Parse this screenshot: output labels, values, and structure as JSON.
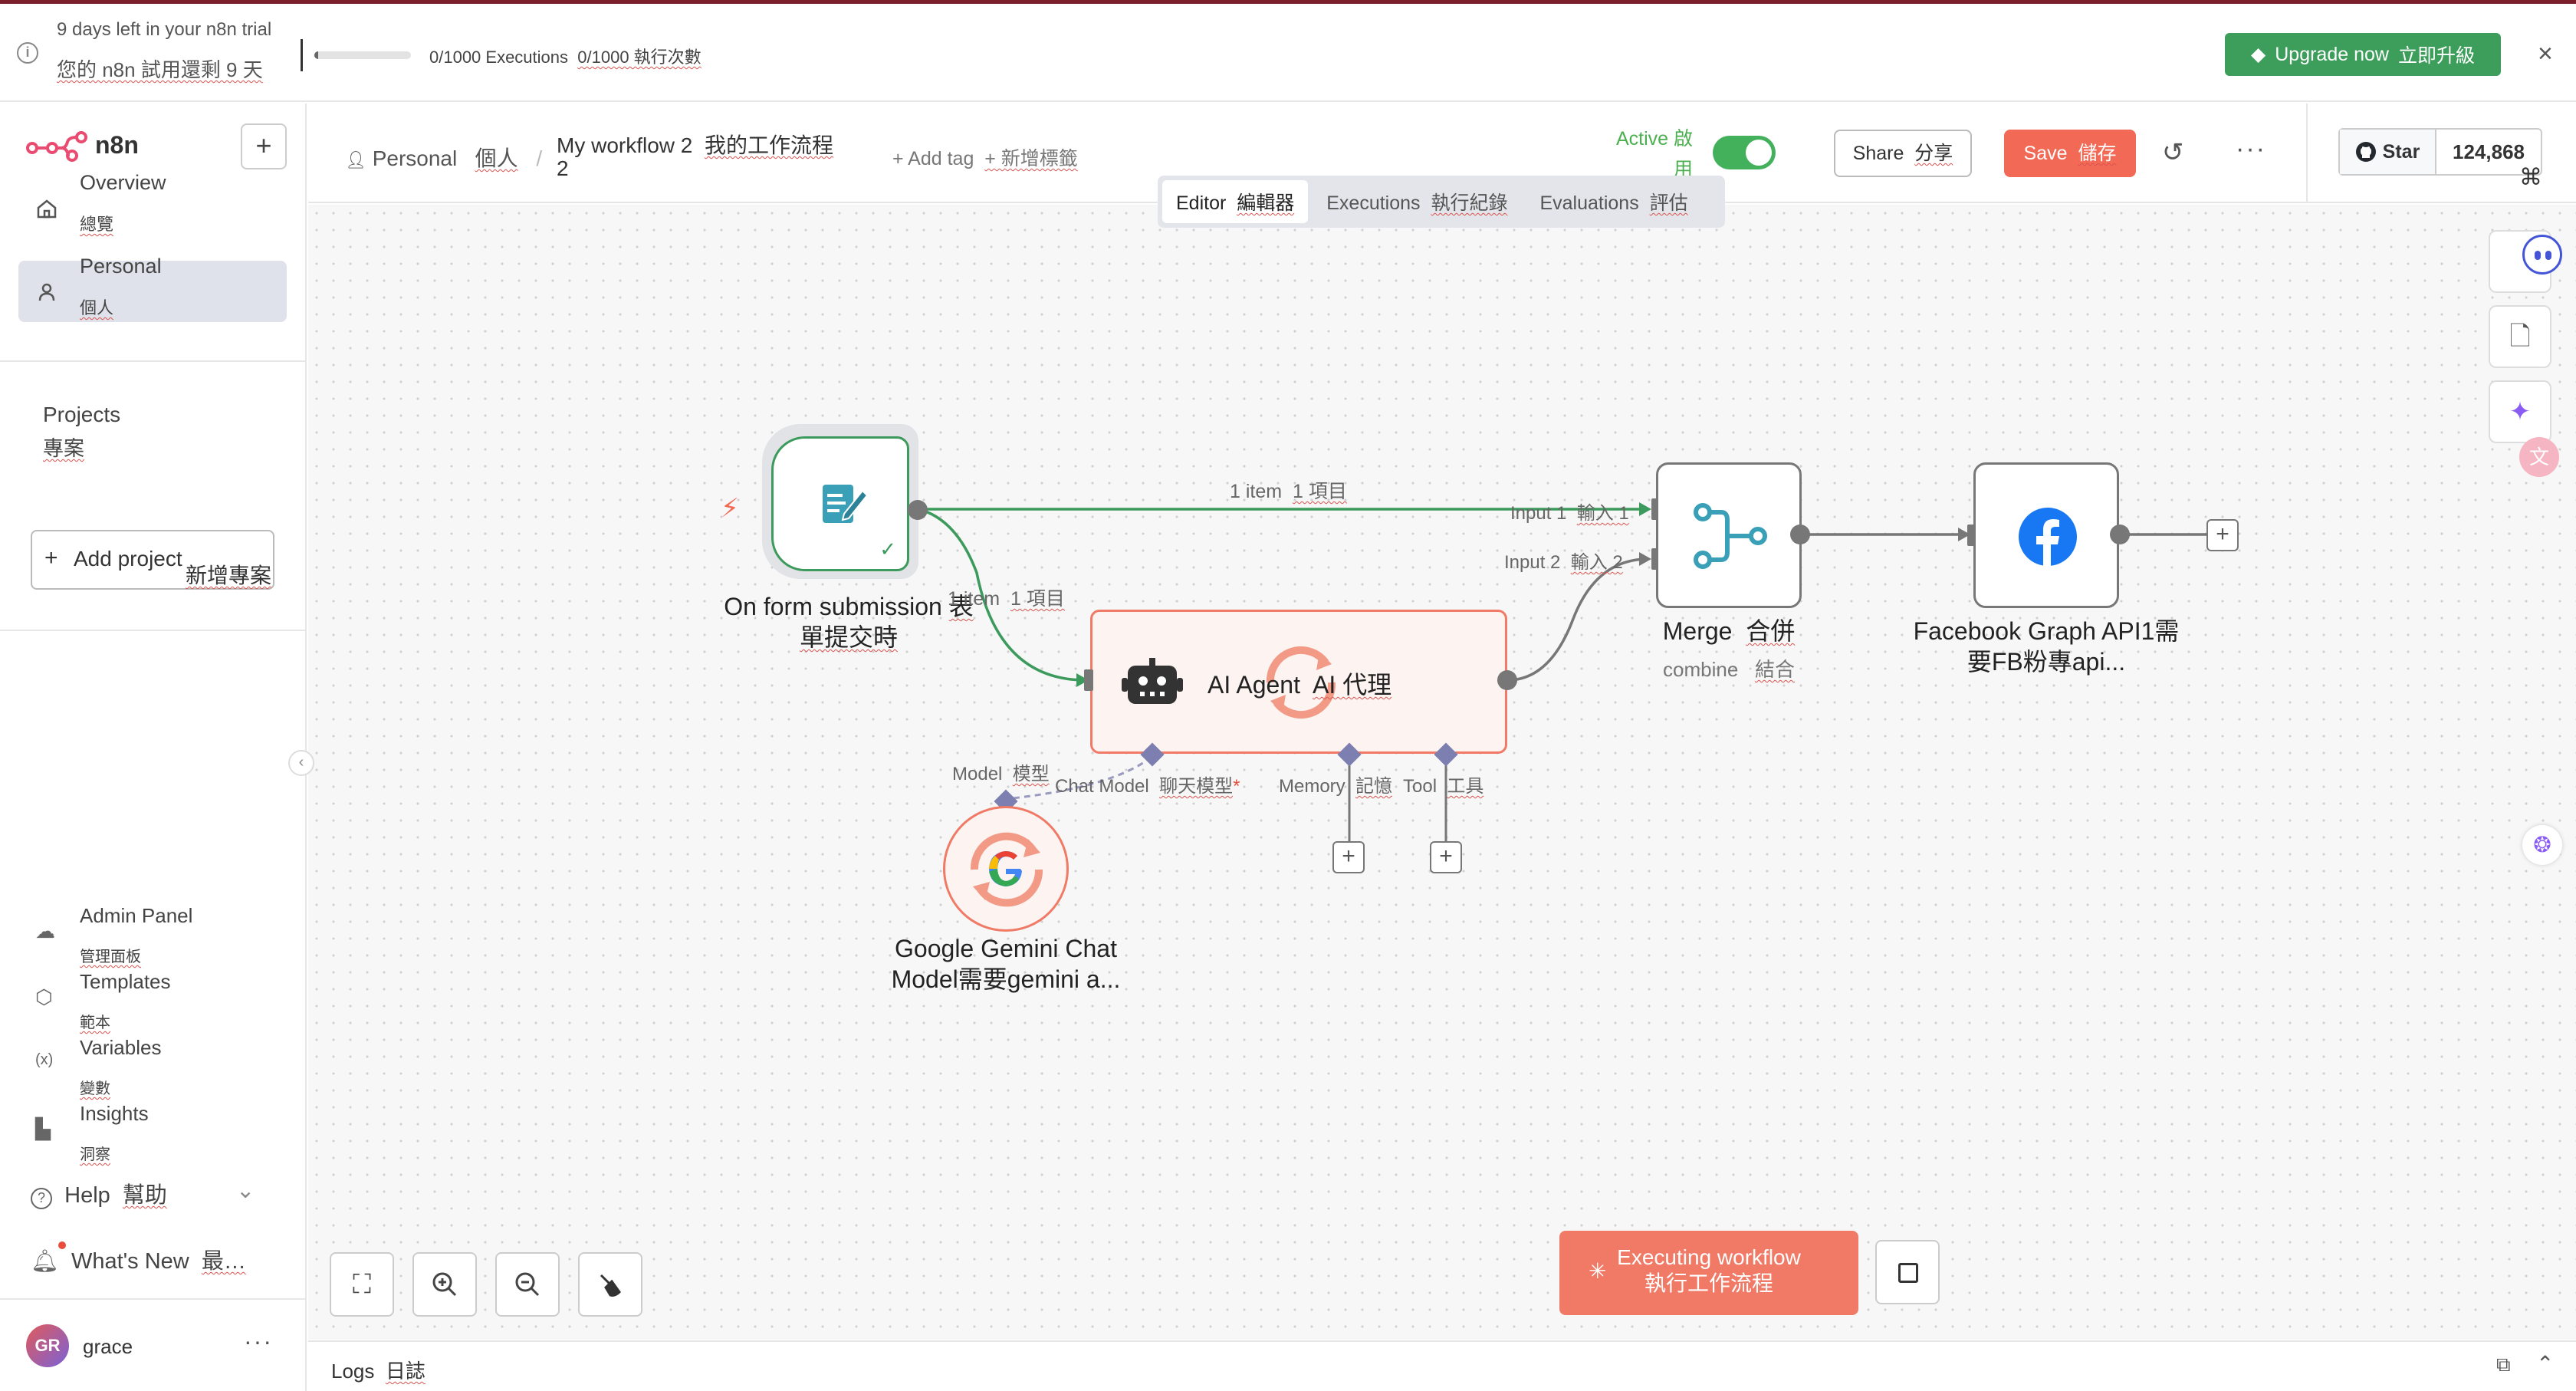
{
  "banner": {
    "trial_en": "9 days left in your n8n trial",
    "trial_zh": "您的 n8n 試用還剩 9 天",
    "executions_progress": 0.0,
    "executions_en": "0/1000 Executions",
    "executions_zh": "0/1000 執行次數",
    "upgrade_en": "Upgrade now",
    "upgrade_zh": "立即升級"
  },
  "sidebar": {
    "logo": "n8n",
    "nav": [
      {
        "label": "Overview",
        "label_zh": "總覽",
        "icon": "home-icon"
      },
      {
        "label": "Personal",
        "label_zh": "個人",
        "icon": "user-icon"
      }
    ],
    "projects_title": "Projects",
    "projects_title_zh": "專案",
    "add_project": "Add project",
    "add_project_zh": "新增專案",
    "bottom": [
      {
        "label": "Admin Panel",
        "label_zh": "管理面板",
        "icon": "cloud-icon"
      },
      {
        "label": "Templates",
        "label_zh": "範本",
        "icon": "box-icon"
      },
      {
        "label": "Variables",
        "label_zh": "變數",
        "icon": "variable-icon"
      },
      {
        "label": "Insights",
        "label_zh": "洞察",
        "icon": "chart-icon"
      }
    ],
    "help": "Help",
    "help_zh": "幫助",
    "whats_new": "What's New",
    "whats_new_zh": "最…",
    "user_initials": "GR",
    "user_name": "grace"
  },
  "header": {
    "personal": "Personal",
    "personal_zh": "個人",
    "workflow_name": "My workflow 2",
    "workflow_name_zh": "我的工作流程",
    "workflow_suffix": "2",
    "add_tag": "+ Add tag",
    "add_tag_zh": "+ 新增標籤",
    "active": "Active",
    "active_zh": "啟用",
    "active_on": true,
    "share": "Share",
    "share_zh": "分享",
    "save": "Save",
    "save_zh": "儲存",
    "github_star": "Star",
    "github_count": "124,868"
  },
  "tabs": [
    {
      "label": "Editor",
      "label_zh": "編輯器",
      "active": true
    },
    {
      "label": "Executions",
      "label_zh": "執行紀錄",
      "active": false
    },
    {
      "label": "Evaluations",
      "label_zh": "評估",
      "active": false
    }
  ],
  "nodes": {
    "form": {
      "label": "On form submission",
      "label_zh": "表單提交時",
      "label_tail": "表",
      "label_line2": "單提交時"
    },
    "agent": {
      "label": "AI Agent",
      "label_zh": "AI 代理"
    },
    "merge": {
      "label": "Merge",
      "label_zh": "合併",
      "sub": "combine",
      "sub_zh": "結合"
    },
    "facebook": {
      "line1": "Facebook Graph API1需",
      "line2": "要FB粉專api..."
    },
    "gemini": {
      "line1": "Google Gemini Chat",
      "line2": "Model需要gemini a..."
    }
  },
  "edges": {
    "item1": "1 item",
    "item1_zh": "1 項目",
    "item2": "1 item",
    "item2_zh": "1 項目"
  },
  "ports": {
    "input1": "Input 1",
    "input1_zh": "輸入 1",
    "input2": "Input 2",
    "input2_zh": "輸入 2",
    "chat_model": "Chat Model",
    "chat_model_zh": "聊天模型",
    "required": "*",
    "memory": "Memory",
    "memory_zh": "記憶",
    "tool": "Tool",
    "tool_zh": "工具",
    "model": "Model",
    "model_zh": "模型"
  },
  "executing": {
    "en": "Executing workflow",
    "zh": "執行工作流程"
  },
  "logs": {
    "label": "Logs",
    "label_zh": "日誌"
  },
  "colors": {
    "accent": "#f26a55",
    "active_green": "#43b05c",
    "upgrade_green": "#3c9e5a",
    "form_node_border": "#3b9a5c",
    "agent_node_bg": "#fdf3f0",
    "agent_node_border": "#f07a66",
    "edge_green": "#3b9a5c",
    "edge_gray": "#777777",
    "port_purple": "#7d7fb0"
  }
}
